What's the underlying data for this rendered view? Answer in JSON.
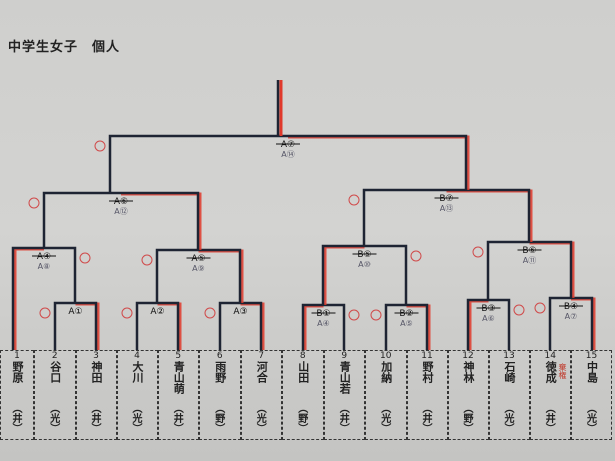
{
  "title": "中学生女子　個人",
  "players": [
    {
      "num": "1",
      "name": "野原",
      "school": "（井）"
    },
    {
      "num": "2",
      "name": "谷口",
      "school": "（光）"
    },
    {
      "num": "3",
      "name": "神田",
      "school": "（井）"
    },
    {
      "num": "4",
      "name": "大川",
      "school": "（光）"
    },
    {
      "num": "5",
      "name": "青山萌",
      "school": "（井）"
    },
    {
      "num": "6",
      "name": "雨野",
      "school": "（野）"
    },
    {
      "num": "7",
      "name": "河合",
      "school": "（光）"
    },
    {
      "num": "8",
      "name": "山田",
      "school": "（野）"
    },
    {
      "num": "9",
      "name": "青山若",
      "school": "（井）"
    },
    {
      "num": "10",
      "name": "加納",
      "school": "（光）"
    },
    {
      "num": "11",
      "name": "野村",
      "school": "（井）"
    },
    {
      "num": "12",
      "name": "神林",
      "school": "（野）"
    },
    {
      "num": "13",
      "name": "石崎",
      "school": "（光）"
    },
    {
      "num": "14",
      "name": "徳成",
      "school": "（井）",
      "note": "棄権"
    },
    {
      "num": "15",
      "name": "中島",
      "school": "（光）"
    }
  ],
  "matches": [
    {
      "label": "A①",
      "revised": ""
    },
    {
      "label": "A②",
      "revised": ""
    },
    {
      "label": "A③",
      "revised": ""
    },
    {
      "label": "B①",
      "revised": "A④"
    },
    {
      "label": "B②",
      "revised": "A⑤"
    },
    {
      "label": "B③",
      "revised": "A⑥"
    },
    {
      "label": "B④",
      "revised": "A⑦"
    },
    {
      "label": "A④",
      "revised": "A⑧"
    },
    {
      "label": "A⑤",
      "revised": "A⑨"
    },
    {
      "label": "B⑤",
      "revised": "A⑩"
    },
    {
      "label": "B⑥",
      "revised": "A⑪"
    },
    {
      "label": "A⑥",
      "revised": "A⑫"
    },
    {
      "label": "B⑦",
      "revised": "A⑬"
    },
    {
      "label": "A⑦",
      "revised": "A⑭"
    }
  ],
  "colors": {
    "line": "#1e2433",
    "winner": "#e0392b",
    "annotation": "#d04a4a"
  }
}
